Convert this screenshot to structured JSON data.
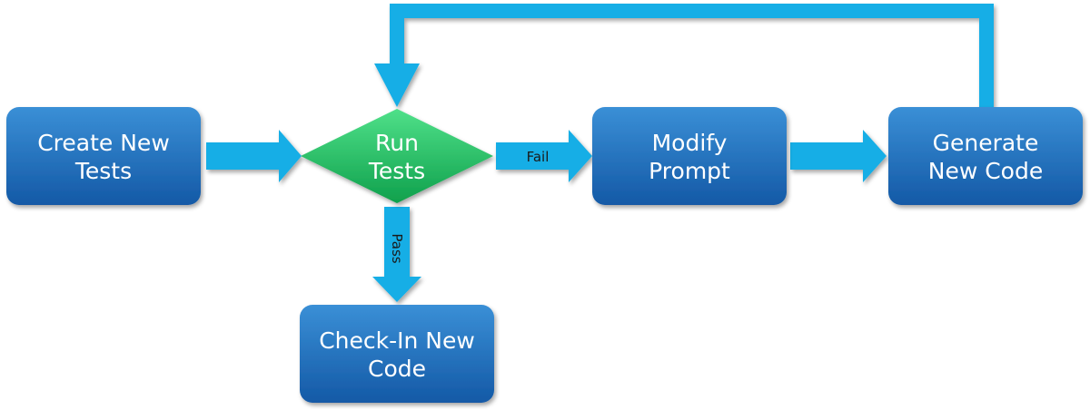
{
  "diagram": {
    "nodes": {
      "create_tests": {
        "line1": "Create New",
        "line2": "Tests"
      },
      "run_tests": {
        "line1": "Run",
        "line2": "Tests"
      },
      "modify_prompt": {
        "line1": "Modify",
        "line2": "Prompt"
      },
      "generate_code": {
        "line1": "Generate",
        "line2": "New Code"
      },
      "checkin_code": {
        "line1": "Check-In New",
        "line2": "Code"
      }
    },
    "edges": {
      "fail_label": "Fail",
      "pass_label": "Pass"
    },
    "colors": {
      "box_top": "#3a8fd6",
      "box_bottom": "#1459a6",
      "decision_top": "#4fe089",
      "decision_bottom": "#0fa04c",
      "arrow": "#19aee6"
    }
  }
}
